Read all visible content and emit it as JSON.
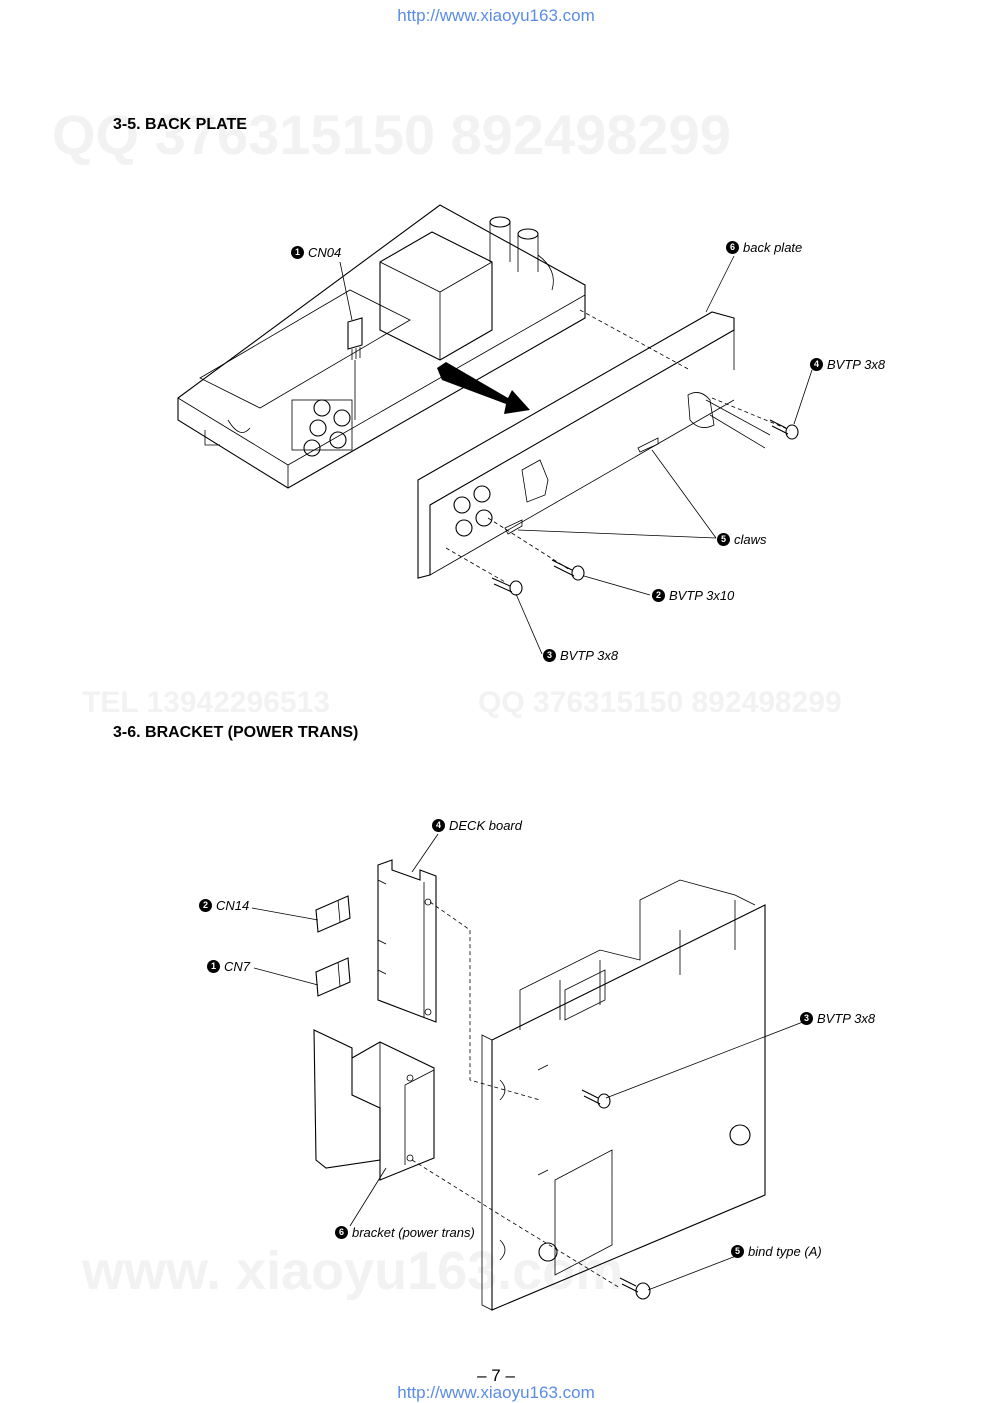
{
  "header": {
    "url": "http://www.xiaoyu163.com"
  },
  "footer": {
    "url": "http://www.xiaoyu163.com",
    "page": "– 7 –"
  },
  "watermarks": {
    "qq": "QQ 376315150   892498299",
    "tel": "TEL 13942296513",
    "qq2": "QQ 376315150  892498299",
    "www": "www. xiaoyu163.com"
  },
  "section1": {
    "title": "3-5. BACK PLATE",
    "labels": [
      {
        "num": "1",
        "text": "CN04"
      },
      {
        "num": "6",
        "text": "back plate"
      },
      {
        "num": "4",
        "text": "BVTP 3x8"
      },
      {
        "num": "5",
        "text": "claws"
      },
      {
        "num": "2",
        "text": "BVTP 3x10"
      },
      {
        "num": "3",
        "text": "BVTP 3x8"
      }
    ]
  },
  "section2": {
    "title": "3-6. BRACKET (POWER TRANS)",
    "labels": [
      {
        "num": "4",
        "text": "DECK board"
      },
      {
        "num": "2",
        "text": "CN14"
      },
      {
        "num": "1",
        "text": "CN7"
      },
      {
        "num": "3",
        "text": "BVTP 3x8"
      },
      {
        "num": "6",
        "text": "bracket (power trans)"
      },
      {
        "num": "5",
        "text": "bind type (A)"
      }
    ]
  }
}
